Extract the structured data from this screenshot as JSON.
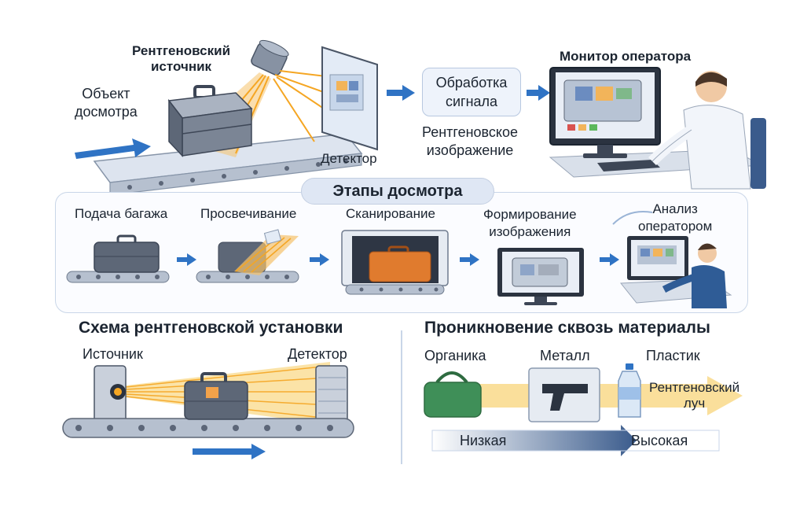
{
  "top": {
    "source_label": "Рентгеновский\nисточник",
    "object_label": "Объект\nдосмотра",
    "detector_label": "Детектор",
    "signal_box": "Обработка\nсигнала",
    "xray_image_label": "Рентгеновское\nизображение",
    "monitor_label": "Монитор оператора"
  },
  "stages": {
    "title": "Этапы досмотра",
    "items": [
      {
        "label": "Подача багажа"
      },
      {
        "label": "Просвечивание"
      },
      {
        "label": "Сканирование"
      },
      {
        "label": "Формирование\nизображения"
      },
      {
        "label": "Анализ\nоператором"
      }
    ]
  },
  "scheme": {
    "title": "Схема рентгеновской установки",
    "source_label": "Источник",
    "detector_label": "Детектор"
  },
  "penetration": {
    "title": "Проникновение сквозь материалы",
    "materials": [
      {
        "label": "Органика"
      },
      {
        "label": "Металл"
      },
      {
        "label": "Пластик"
      }
    ],
    "beam_label": "Рентгеновский\nлуч",
    "scale_low": "Низкая",
    "scale_high": "Высокая"
  },
  "colors": {
    "accent_blue": "#2f73c4",
    "beam_orange": "#f5a623",
    "dark_gray": "#4a5566",
    "organic_green": "#3f8f58"
  }
}
